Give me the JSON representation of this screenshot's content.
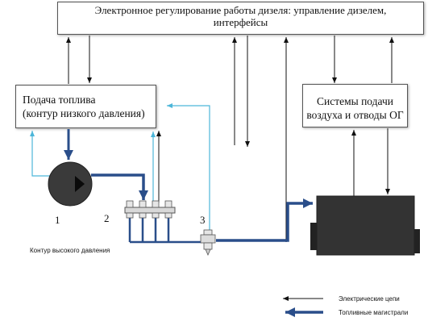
{
  "ecu": {
    "line1": "Электронное регулирование работы дизеля: управление дизелем,",
    "line2": "интерфейсы"
  },
  "fuel_supply": {
    "line1": "Подача топлива",
    "line2": "(контур низкого давления)"
  },
  "air_systems": {
    "line1": "Системы подачи",
    "line2": "воздуха и отводы ОГ"
  },
  "labels": {
    "pump": "1",
    "rail": "2",
    "injector": "3",
    "high_pressure": "Контур высокого давления"
  },
  "legend": {
    "electric": "Электрические цепи",
    "fuel": "Топливные магистрали"
  },
  "colors": {
    "fuel_line": "#2a4e8a",
    "return_line": "#4cb6d9",
    "electric_line": "#111111",
    "engine": "#333333"
  }
}
